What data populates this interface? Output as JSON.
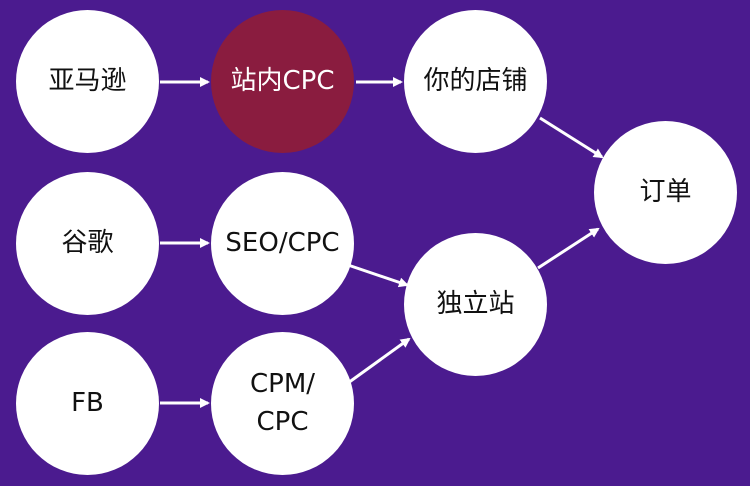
{
  "nodes": {
    "amazon": "亚马逊",
    "onsite_cpc": "站内CPC",
    "your_store": "你的店铺",
    "google": "谷歌",
    "seo_cpc": "SEO/CPC",
    "order": "订单",
    "independent_site": "独立站",
    "fb": "FB",
    "cpm_cpc_line1": "CPM/",
    "cpm_cpc_line2": "CPC"
  },
  "colors": {
    "background": "#4b1b8f",
    "node_fill": "#ffffff",
    "highlight_fill": "#8a1c3f",
    "arrow": "#ffffff"
  },
  "edges": [
    [
      "amazon",
      "onsite_cpc"
    ],
    [
      "onsite_cpc",
      "your_store"
    ],
    [
      "your_store",
      "order"
    ],
    [
      "google",
      "seo_cpc"
    ],
    [
      "seo_cpc",
      "independent_site"
    ],
    [
      "fb",
      "cpm_cpc"
    ],
    [
      "cpm_cpc",
      "independent_site"
    ],
    [
      "independent_site",
      "order"
    ]
  ]
}
